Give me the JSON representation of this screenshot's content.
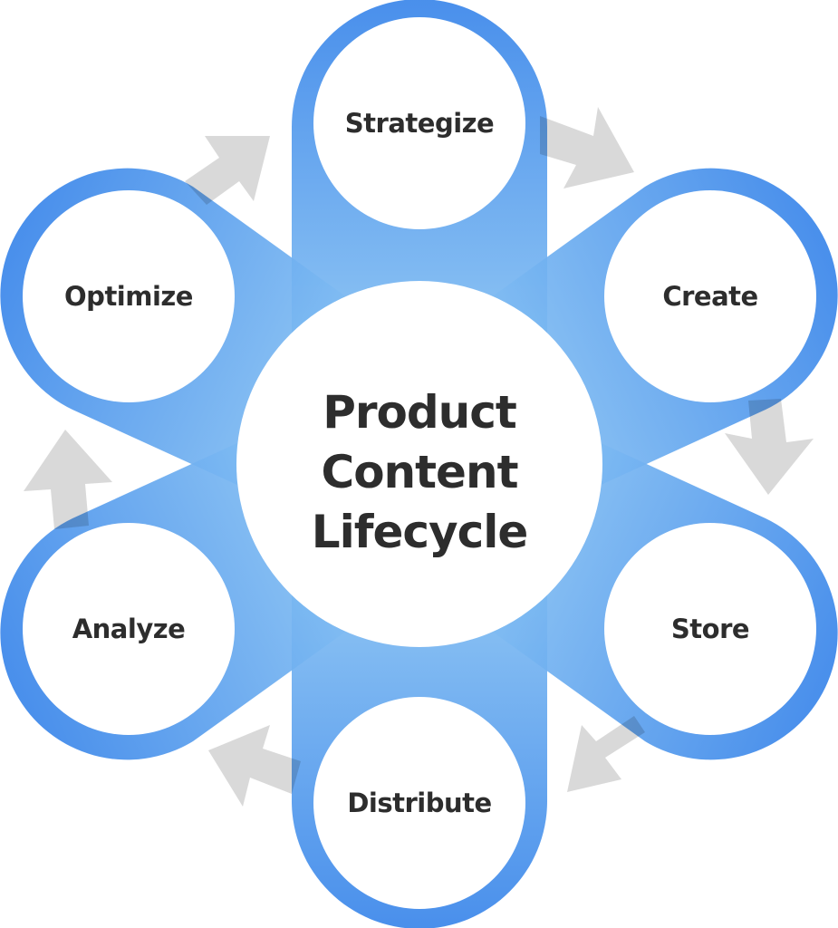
{
  "center": {
    "lines": [
      "Product",
      "Content",
      "Lifecycle"
    ]
  },
  "stages": [
    {
      "name": "strategize",
      "label": "Strategize"
    },
    {
      "name": "create",
      "label": "Create"
    },
    {
      "name": "store",
      "label": "Store"
    },
    {
      "name": "distribute",
      "label": "Distribute"
    },
    {
      "name": "analyze",
      "label": "Analyze"
    },
    {
      "name": "optimize",
      "label": "Optimize"
    }
  ],
  "colors": {
    "blue_dark": "#3d8aea",
    "blue_light": "#92cdf5",
    "blue_overlap": "#4a9bef",
    "arrow_gray": "#d9d9d9",
    "text": "#2d2d2d",
    "background": "#ffffff"
  }
}
